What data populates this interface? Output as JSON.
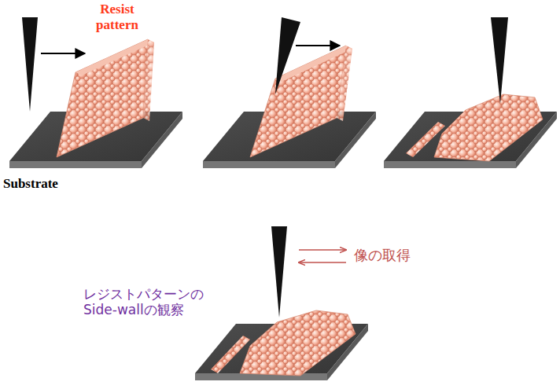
{
  "diagram": {
    "labels": [
      "Resist pattern",
      "Substrate",
      "像の取得",
      "レジストパターンの Side-wallの観察"
    ]
  }
}
